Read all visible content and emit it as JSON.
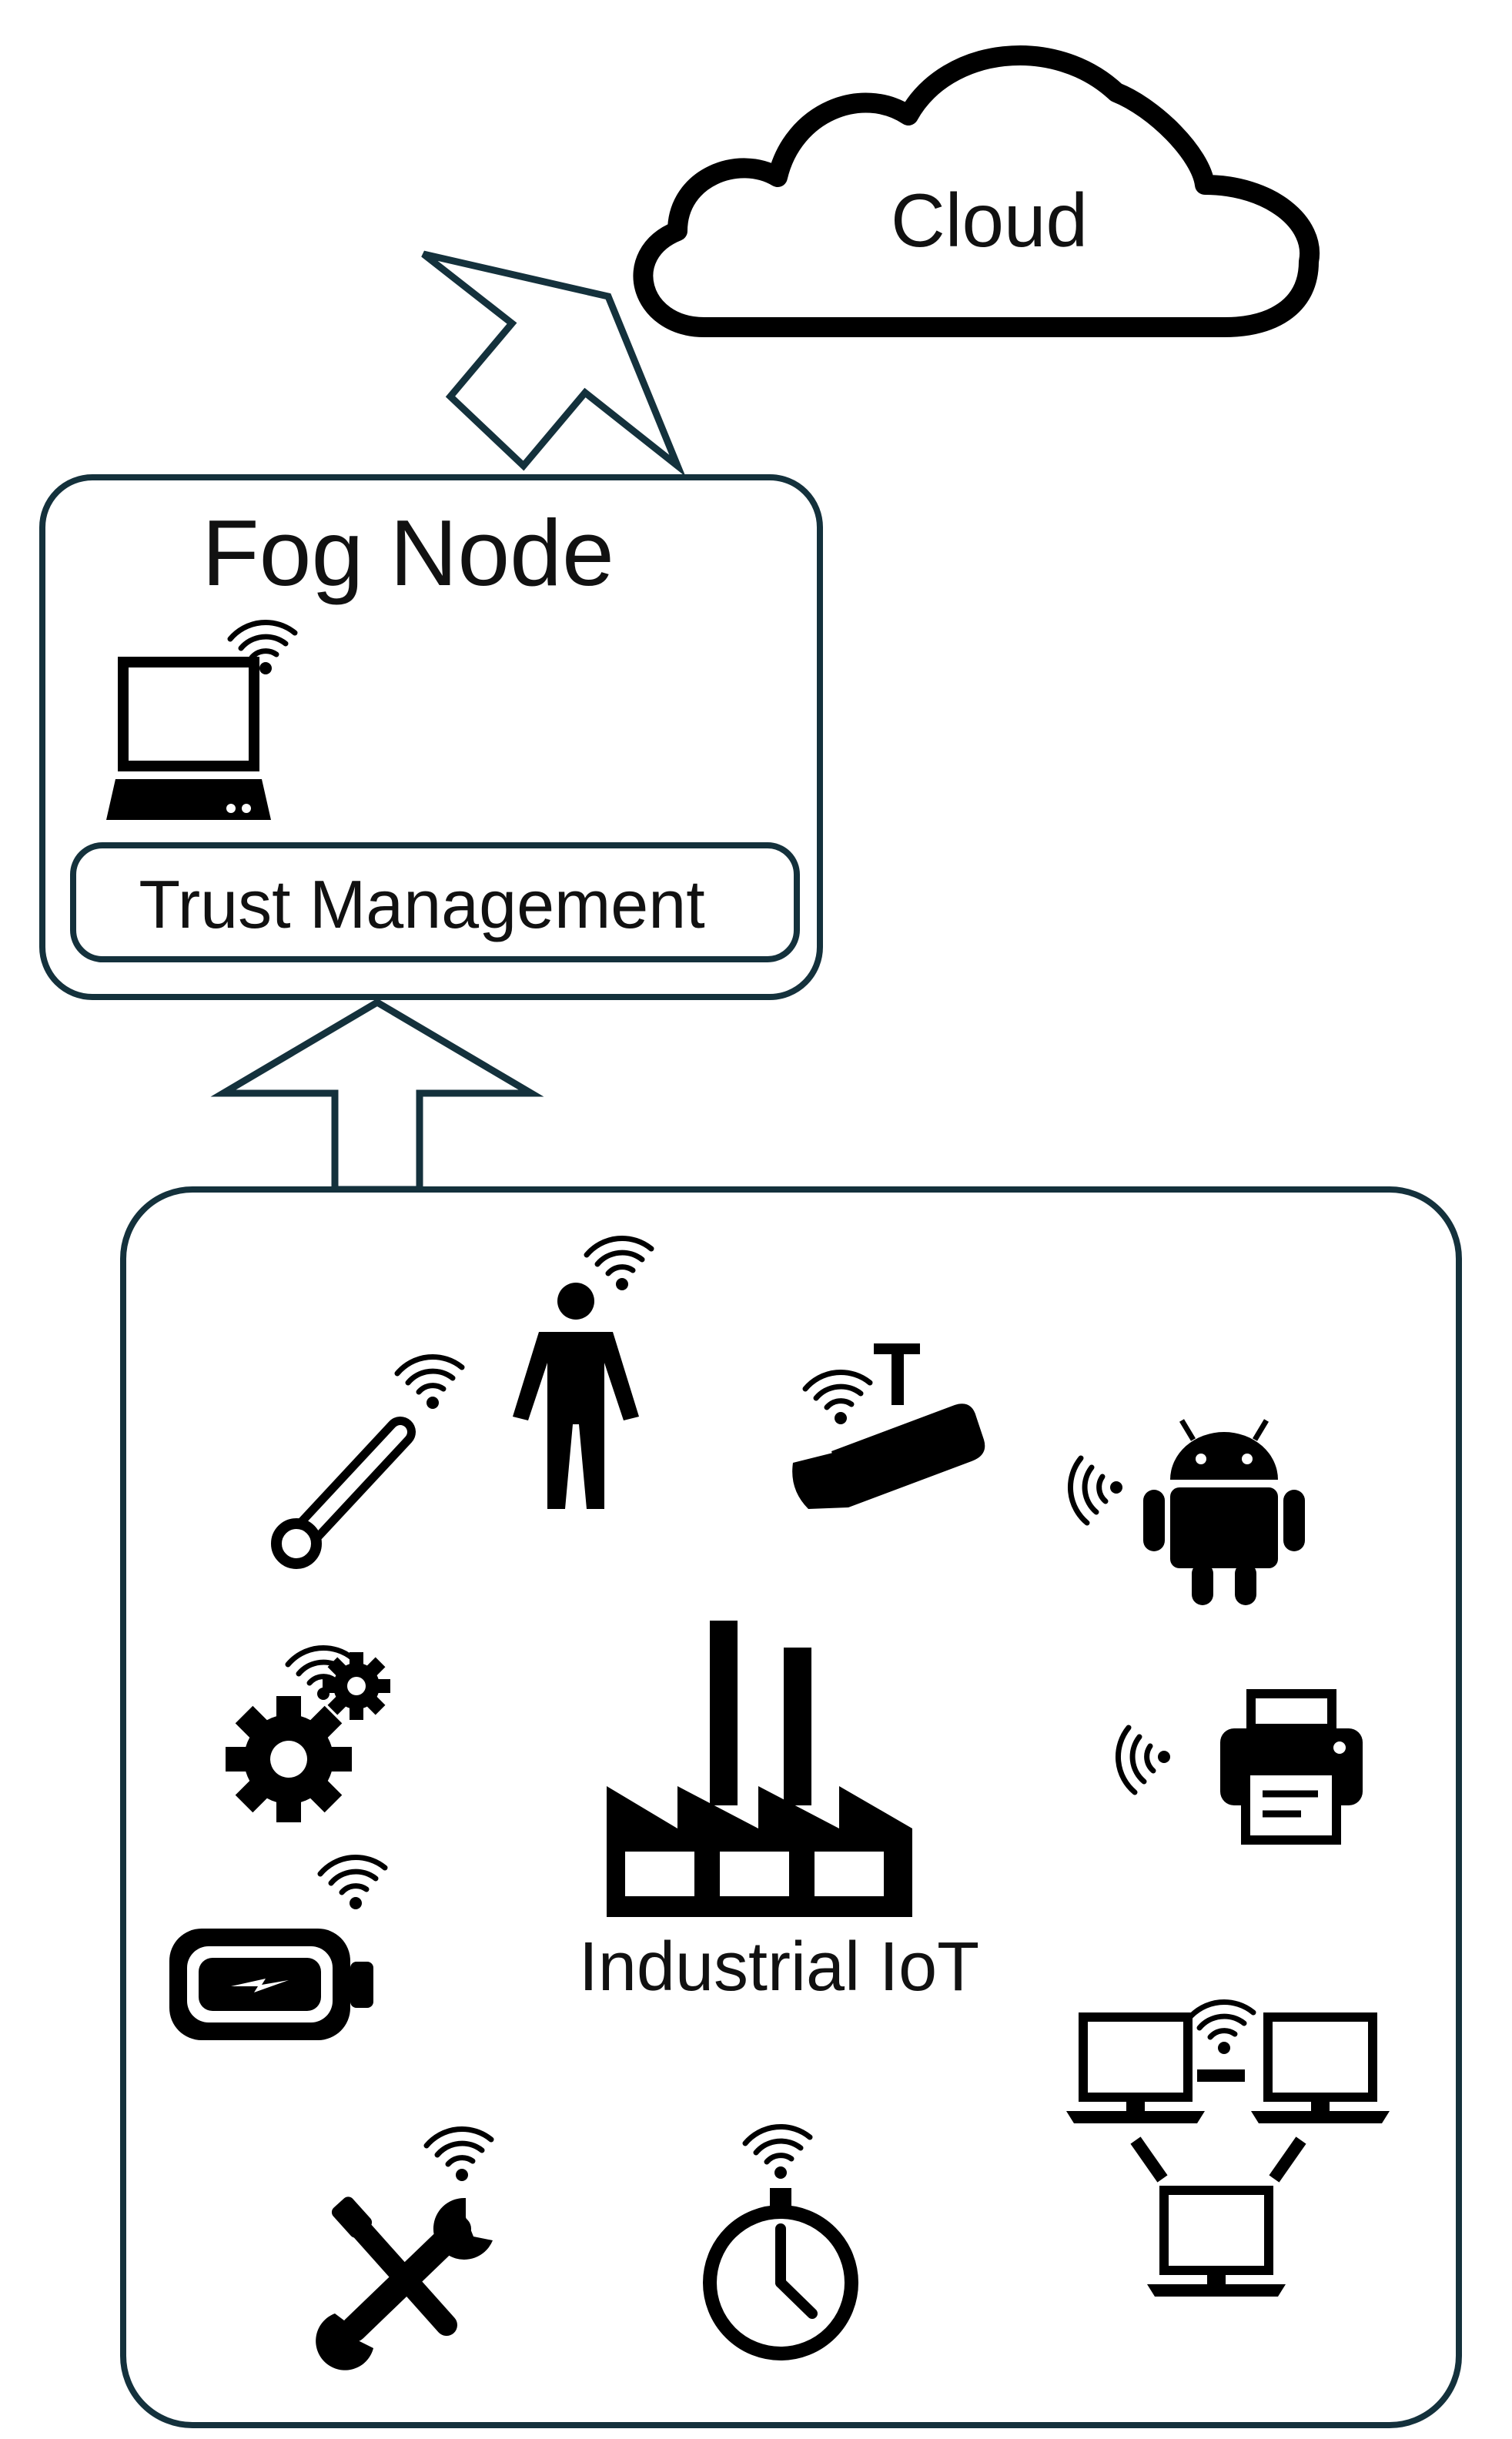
{
  "labels": {
    "cloud": "Cloud",
    "fog_node": "Fog Node",
    "trust_management": "Trust Management",
    "industrial_iot": "Industrial IoT"
  },
  "colors": {
    "outline": "#14313c",
    "icon": "#000000",
    "background": "#ffffff"
  },
  "icons": [
    "laptop-icon",
    "thermometer-icon",
    "person-icon",
    "security-camera-icon",
    "android-icon",
    "gears-icon",
    "printer-icon",
    "battery-icon",
    "factory-icon",
    "networked-computers-icon",
    "tools-icon",
    "stopwatch-icon",
    "wifi-icon"
  ]
}
